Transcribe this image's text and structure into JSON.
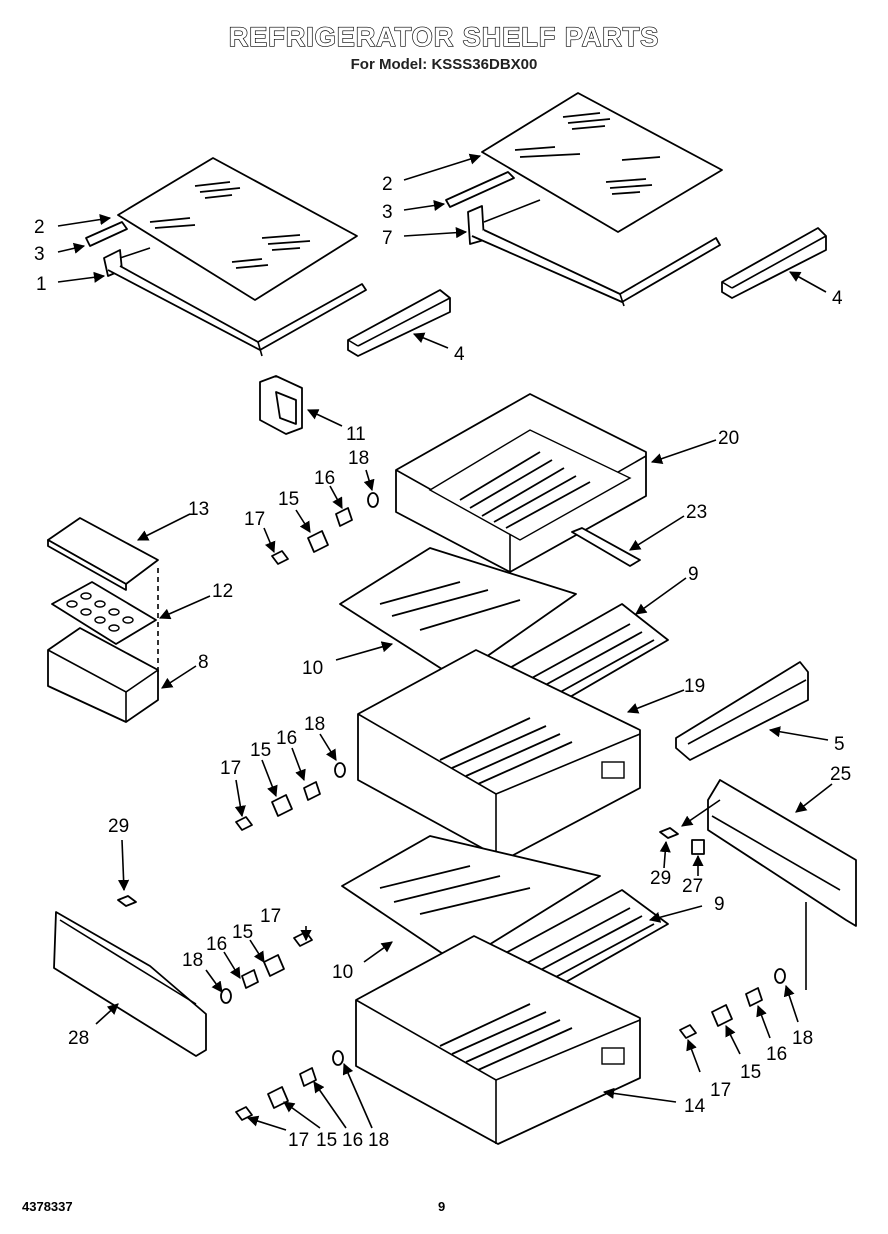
{
  "title": "REFRIGERATOR SHELF PARTS",
  "subtitle": "For Model: KSSS36DBX00",
  "footer": {
    "doc_number": "4378337",
    "page": "9"
  },
  "callouts": {
    "c1": "1",
    "c2a": "2",
    "c3a": "3",
    "c4a": "4",
    "c2b": "2",
    "c3b": "3",
    "c7": "7",
    "c4b": "4",
    "c11": "11",
    "c20": "20",
    "c18a": "18",
    "c16a": "16",
    "c15a": "15",
    "c17a": "17",
    "c13": "13",
    "c23": "23",
    "c12": "12",
    "c9a": "9",
    "c8": "8",
    "c10a": "10",
    "c19": "19",
    "c18b": "18",
    "c16b": "16",
    "c15b": "15",
    "c17b": "17",
    "c5": "5",
    "c25": "25",
    "c29a": "29",
    "c29b": "29",
    "c27": "27",
    "c9b": "9",
    "c17c": "17",
    "c15c": "15",
    "c16c": "16",
    "c18c": "18",
    "c10b": "10",
    "c28": "28",
    "c17d": "17",
    "c15d": "15",
    "c16d": "16",
    "c18d": "18",
    "c14": "14",
    "c17e": "17",
    "c15e": "15",
    "c16e": "16",
    "c18e": "18"
  }
}
